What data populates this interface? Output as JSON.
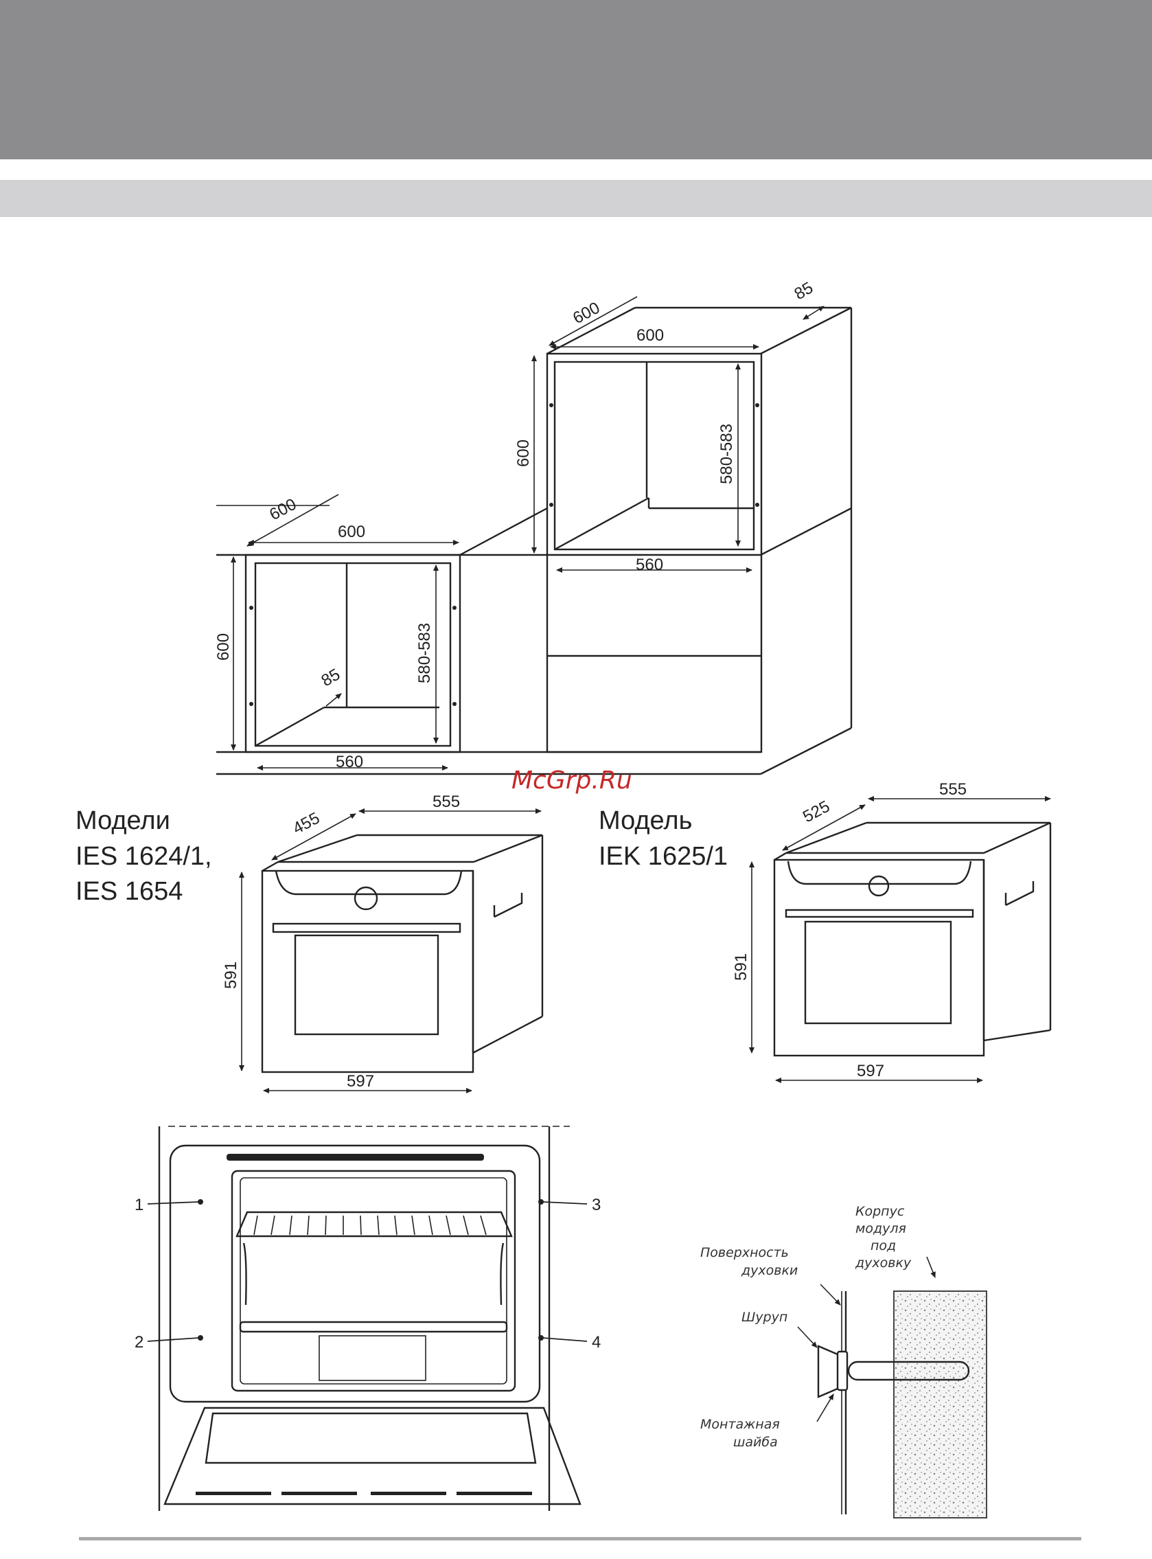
{
  "cabinet_diagram": {
    "upper_module": {
      "depth": "600",
      "width": "600",
      "height": "600",
      "inner_height": "580-583",
      "inner_width": "560",
      "top_depth": "85"
    },
    "lower_module": {
      "depth": "600",
      "width": "600",
      "height": "600",
      "inner_height": "580-583",
      "inner_width": "560",
      "floor_depth": "85"
    }
  },
  "watermark": "McGrp.Ru",
  "model_left": {
    "line1": "Модели",
    "line2": "IES 1624/1,",
    "line3": "IES 1654",
    "depth": "455",
    "top_width": "555",
    "height": "591",
    "width": "597"
  },
  "model_right": {
    "line1": "Модель",
    "line2": "IEK 1625/1",
    "depth": "525",
    "top_width": "555",
    "height": "591",
    "width": "597"
  },
  "oven_front": {
    "callouts": [
      "1",
      "2",
      "3",
      "4"
    ]
  },
  "mount_detail": {
    "housing_label": [
      "Корпус",
      "модуля",
      "под",
      "духовку"
    ],
    "surface_label": [
      "Поверхность",
      "духовки"
    ],
    "screw_label": "Шуруп",
    "washer_label": [
      "Монтажная",
      "шайба"
    ]
  }
}
